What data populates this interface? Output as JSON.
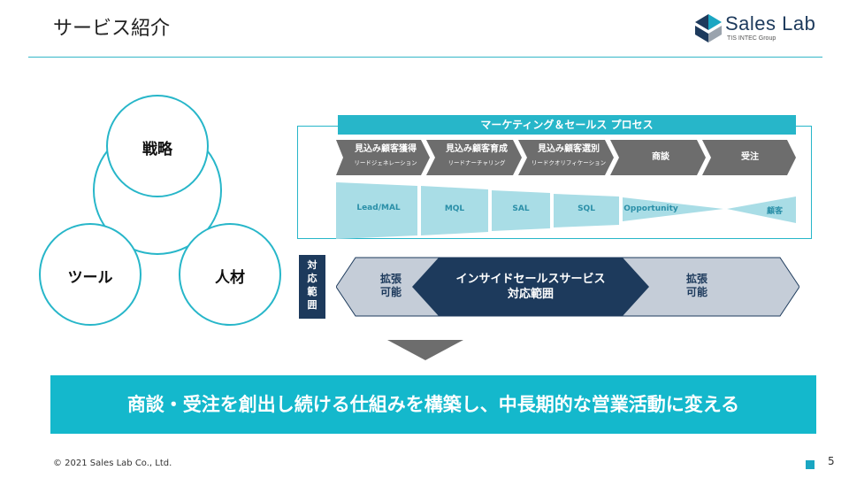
{
  "header": {
    "title": "サービス紹介",
    "logo_name": "Sales Lab",
    "logo_sub": "TIS INTEC Group"
  },
  "circles": {
    "top": "戦略",
    "left": "ツール",
    "right": "人材"
  },
  "process": {
    "title": "マーケティング＆セールス プロセス",
    "stages": [
      {
        "label": "見込み顧客獲得",
        "sub": "リードジェネレーション"
      },
      {
        "label": "見込み顧客育成",
        "sub": "リードナーチャリング"
      },
      {
        "label": "見込み顧客選別",
        "sub": "リードクオリフィケーション"
      },
      {
        "label": "商談",
        "sub": ""
      },
      {
        "label": "受注",
        "sub": ""
      }
    ],
    "funnel": [
      "Lead/MAL",
      "MQL",
      "SAL",
      "SQL",
      "Opportunity",
      "顧客"
    ]
  },
  "scope": {
    "label_lines": [
      "対",
      "応",
      "範",
      "囲"
    ],
    "left_line1": "拡張",
    "left_line2": "可能",
    "center_line1": "インサイドセールスサービス",
    "center_line2": "対応範囲",
    "right_line1": "拡張",
    "right_line2": "可能"
  },
  "banner": "商談・受注を創出し続ける仕組みを構築し、中長期的な営業活動に変える",
  "footer": {
    "copyright": "© 2021 Sales Lab Co., Ltd.",
    "page": "5"
  },
  "colors": {
    "accent": "#14b8cc",
    "navy": "#1d3a5c",
    "stage_gray": "#6d6d6d",
    "funnel_light": "#a9dde6",
    "band_light": "#c5cdd8"
  }
}
